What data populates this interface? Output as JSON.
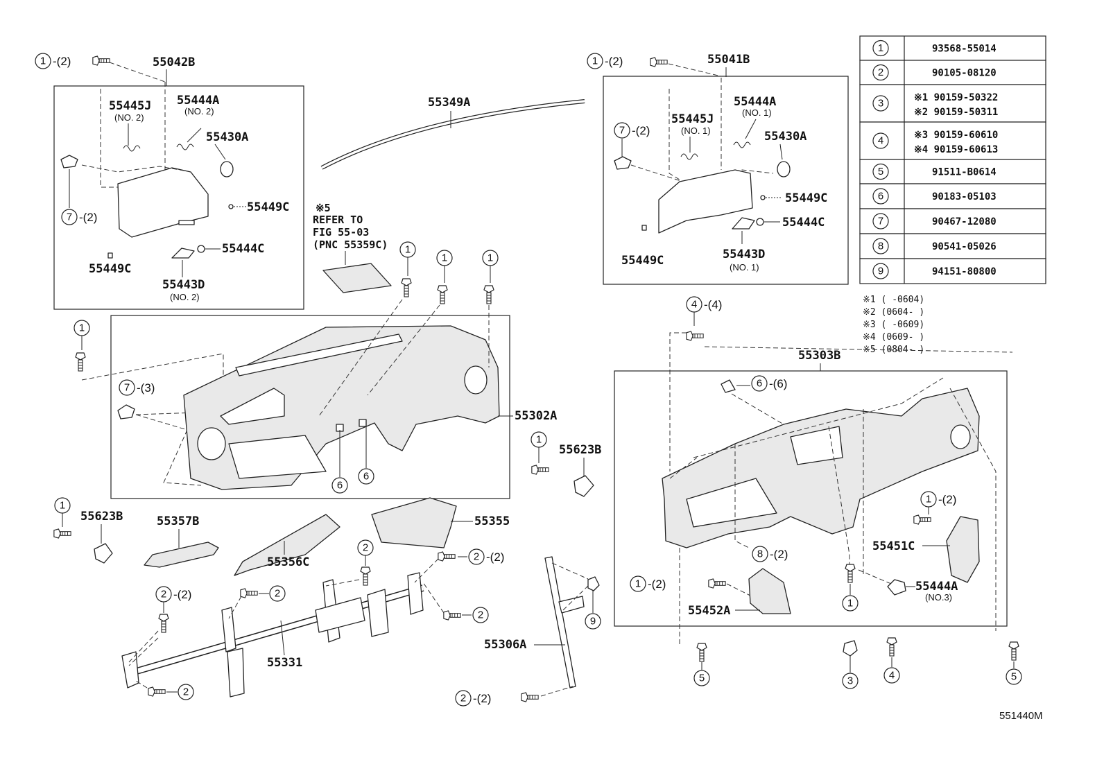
{
  "parts": {
    "p55042B": "55042B",
    "p55445J_L": "55445J",
    "p55445J_L_sub": "(NO. 2)",
    "p55444A_L": "55444A",
    "p55444A_L_sub": "(NO. 2)",
    "p55430A_L": "55430A",
    "p55449C_L1": "55449C",
    "p55449C_L2": "55449C",
    "p55444C_L": "55444C",
    "p55443D_L": "55443D",
    "p55443D_L_sub": "(NO. 2)",
    "p55349A": "55349A",
    "p55041B": "55041B",
    "p55444A_R": "55444A",
    "p55444A_R_sub": "(NO. 1)",
    "p55445J_R": "55445J",
    "p55445J_R_sub": "(NO. 1)",
    "p55430A_R": "55430A",
    "p55449C_R1": "55449C",
    "p55449C_R2": "55449C",
    "p55444C_R": "55444C",
    "p55443D_R": "55443D",
    "p55443D_R_sub": "(NO. 1)",
    "p55302A": "55302A",
    "p55623B_a": "55623B",
    "p55623B_b": "55623B",
    "p55357B": "55357B",
    "p55356C": "55356C",
    "p55355": "55355",
    "p55331": "55331",
    "p55306A": "55306A",
    "p55303B": "55303B",
    "p55451C": "55451C",
    "p55452A": "55452A",
    "p55444A_3": "55444A",
    "p55444A_3_sub": "(NO.3)"
  },
  "refer_note": [
    "※5",
    "REFER TO",
    "FIG 55-03",
    "(PNC 55359C)"
  ],
  "callouts": {
    "q2": "-(2)",
    "q3": "-(3)",
    "q4": "-(4)",
    "q6": "-(6)"
  },
  "legend": [
    {
      "num": "1",
      "line1": "93568-55014",
      "line2": ""
    },
    {
      "num": "2",
      "line1": "90105-08120",
      "line2": ""
    },
    {
      "num": "3",
      "line1": "※1 90159-50322",
      "line2": "※2 90159-50311"
    },
    {
      "num": "4",
      "line1": "※3 90159-60610",
      "line2": "※4 90159-60613"
    },
    {
      "num": "5",
      "line1": "91511-B0614",
      "line2": ""
    },
    {
      "num": "6",
      "line1": "90183-05103",
      "line2": ""
    },
    {
      "num": "7",
      "line1": "90467-12080",
      "line2": ""
    },
    {
      "num": "8",
      "line1": "90541-05026",
      "line2": ""
    },
    {
      "num": "9",
      "line1": "94151-80800",
      "line2": ""
    }
  ],
  "footnotes": [
    "※1 (    -0604)",
    "※2 (0604-    )",
    "※3 (    -0609)",
    "※4 (0609-    )",
    "※5 (0804-    )"
  ],
  "figure_id": "551440M"
}
